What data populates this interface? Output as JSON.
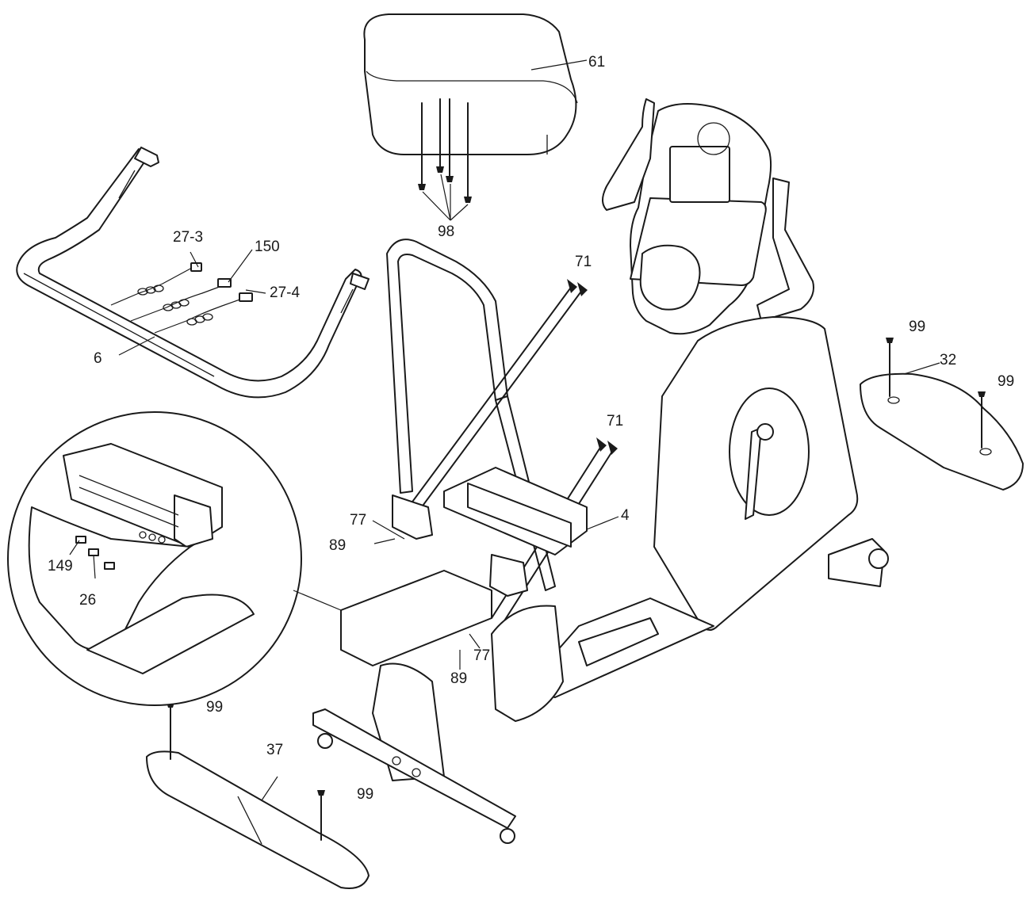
{
  "callouts": [
    {
      "id": "61",
      "text": "61"
    },
    {
      "id": "98",
      "text": "98"
    },
    {
      "id": "27-3",
      "text": "27-3"
    },
    {
      "id": "150",
      "text": "150"
    },
    {
      "id": "27-4",
      "text": "27-4"
    },
    {
      "id": "6",
      "text": "6"
    },
    {
      "id": "71a",
      "text": "71"
    },
    {
      "id": "71b",
      "text": "71"
    },
    {
      "id": "99a",
      "text": "99"
    },
    {
      "id": "32",
      "text": "32"
    },
    {
      "id": "99b",
      "text": "99"
    },
    {
      "id": "4",
      "text": "4"
    },
    {
      "id": "77a",
      "text": "77"
    },
    {
      "id": "89a",
      "text": "89"
    },
    {
      "id": "149",
      "text": "149"
    },
    {
      "id": "26",
      "text": "26"
    },
    {
      "id": "77b",
      "text": "77"
    },
    {
      "id": "89b",
      "text": "89"
    },
    {
      "id": "99c",
      "text": "99"
    },
    {
      "id": "37",
      "text": "37"
    },
    {
      "id": "99d",
      "text": "99"
    }
  ]
}
